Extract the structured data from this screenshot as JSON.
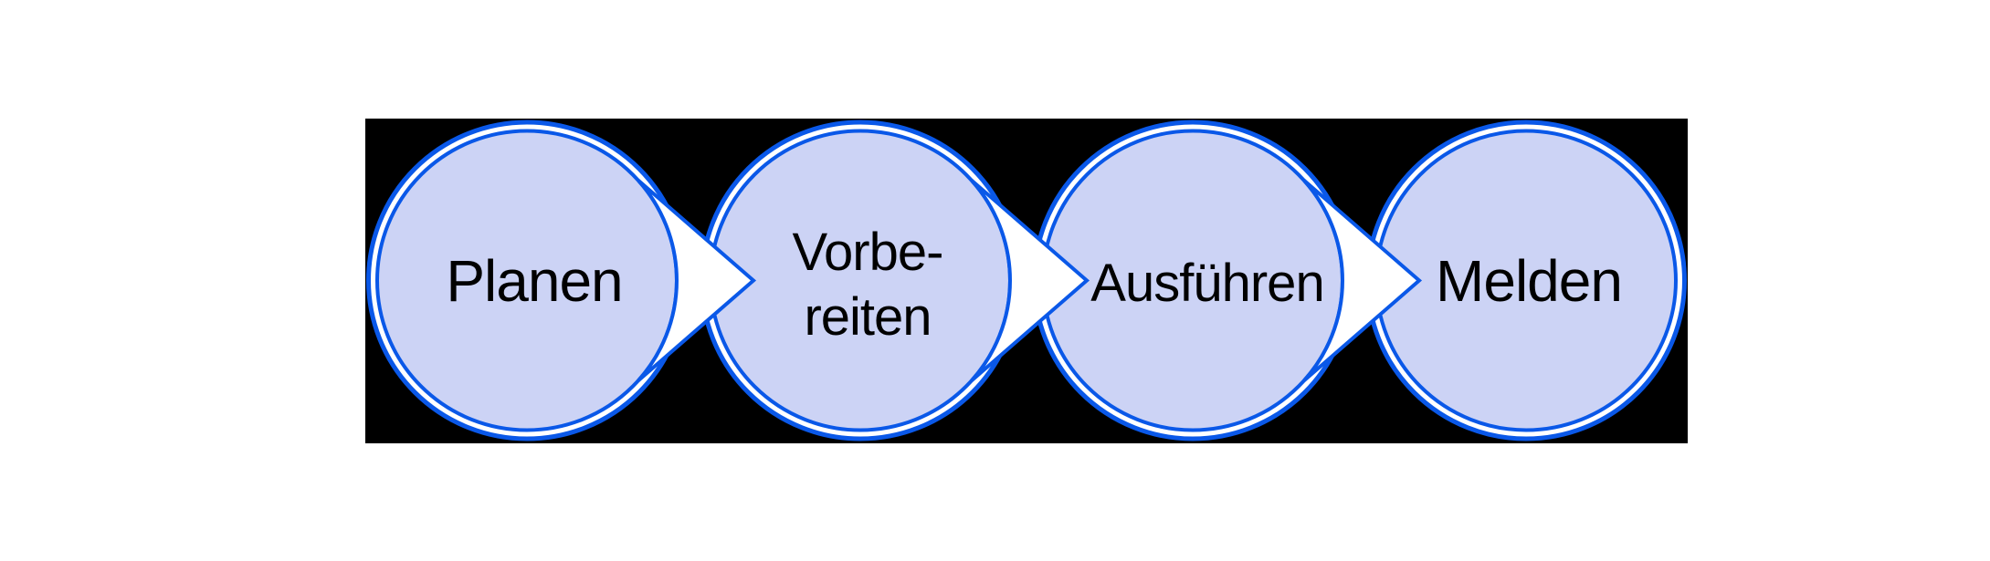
{
  "diagram": {
    "type": "process-flow",
    "language": "de",
    "steps": [
      {
        "name": "Planen",
        "lines": [
          "Planen"
        ]
      },
      {
        "name": "Vorbereiten",
        "lines": [
          "Vorbe-",
          "reiten"
        ]
      },
      {
        "name": "Ausführen",
        "lines": [
          "Ausführen"
        ]
      },
      {
        "name": "Melden",
        "lines": [
          "Melden"
        ]
      }
    ],
    "colors": {
      "backdrop": "#000000",
      "page": "#ffffff",
      "outline_blue": "#0a58e8",
      "circle_fill": "#ccd3f5",
      "arrow_fill": "#ffffff",
      "text": "#000000"
    }
  }
}
